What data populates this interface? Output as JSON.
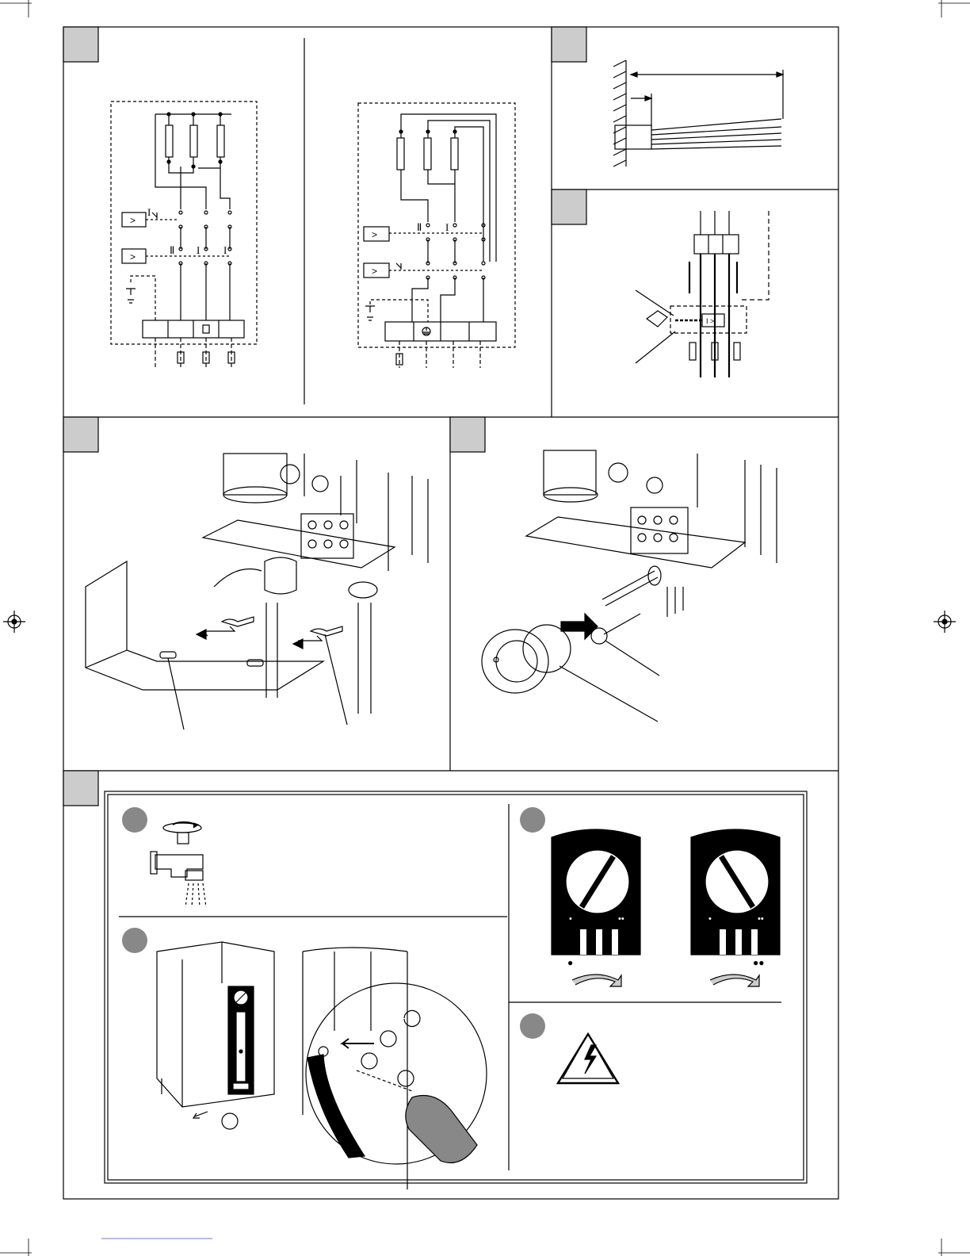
{
  "page": {
    "colors": {
      "line": "#000000",
      "panel_tab": "#cccccc",
      "arrow_gray": "#9a9a9a"
    }
  },
  "panels": {
    "wiring": {
      "switch_marks": [
        "Ⅱ",
        "I",
        "I",
        "I"
      ]
    },
    "wiring_alt": {
      "switch_marks": [
        "Ⅱ",
        "I"
      ]
    },
    "breaker": {
      "label": "I >"
    }
  },
  "panel_c": {
    "knob_markers": [
      "•",
      "••"
    ],
    "knob_side_marks": [
      "●",
      "●●"
    ]
  },
  "icons": [
    "tap-icon",
    "warning-high-voltage-icon",
    "screwdriver-icon",
    "cable-stripping-icon",
    "heater-unit-icon"
  ]
}
